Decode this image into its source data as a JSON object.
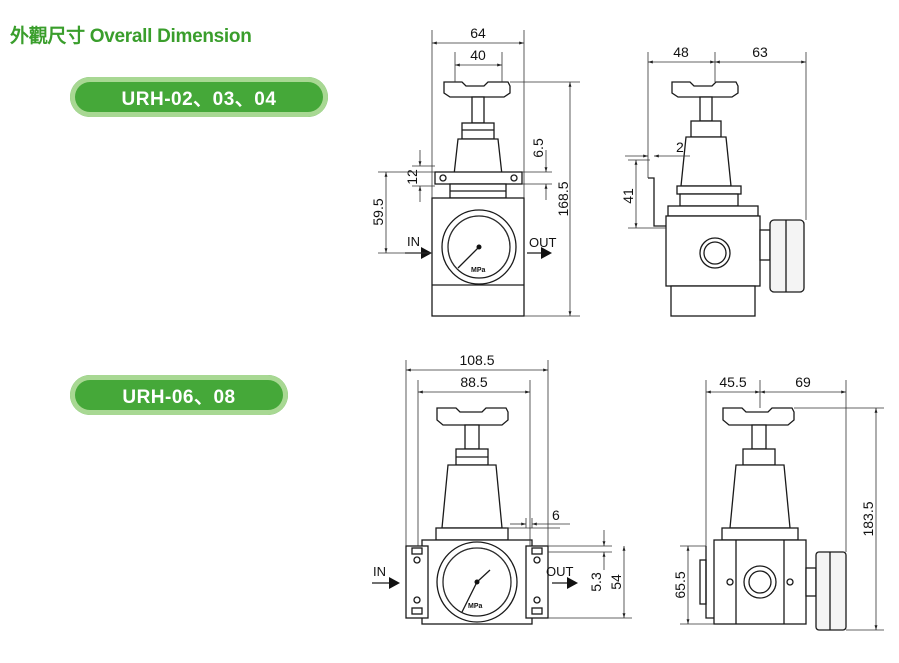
{
  "header": {
    "title": "外觀尺寸 Overall Dimension"
  },
  "models": [
    {
      "label": "URH-02、03、04"
    },
    {
      "label": "URH-06、08"
    }
  ],
  "drawing1": {
    "front": {
      "width_outer": "64",
      "width_inner": "40",
      "dim_6_5": "6.5",
      "dim_12": "12",
      "dim_59_5": "59.5",
      "height": "168.5"
    },
    "side": {
      "left": "48",
      "right": "63",
      "bracket": "2",
      "bracket_height": "41"
    }
  },
  "drawing2": {
    "front": {
      "width_outer": "108.5",
      "width_inner": "88.5",
      "dim_6": "6",
      "dim_5_3": "5.3",
      "dim_54": "54"
    },
    "side": {
      "left": "45.5",
      "right": "69",
      "height": "183.5",
      "bracket_height": "65.5"
    }
  },
  "ports": {
    "in": "IN",
    "out": "OUT"
  },
  "gauge": {
    "unit": "MPa"
  }
}
